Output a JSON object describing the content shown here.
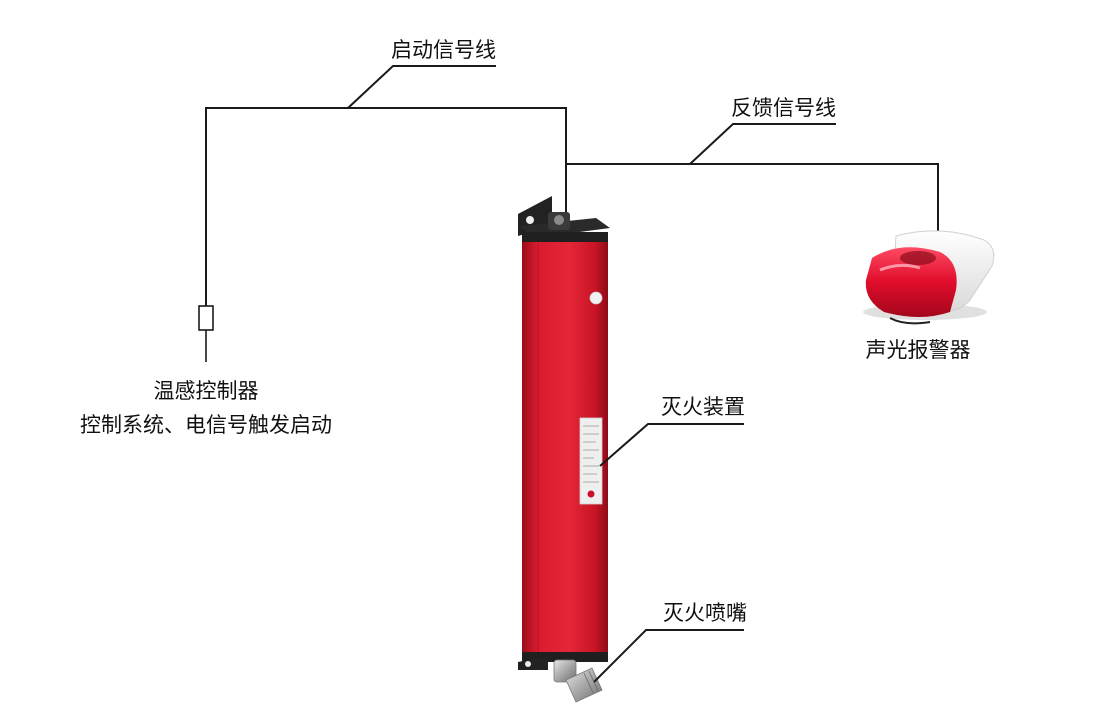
{
  "labels": {
    "start_signal_line": "启动信号线",
    "feedback_signal_line": "反馈信号线",
    "temperature_controller": "温感控制器",
    "trigger_methods": "控制系统、电信号触发启动",
    "sound_light_alarm": "声光报警器",
    "extinguishing_device": "灭火装置",
    "extinguishing_nozzle": "灭火喷嘴"
  },
  "colors": {
    "wire": "#1a1a1a",
    "cylinder_red": "#d3172a",
    "cylinder_dark": "#a30f1e",
    "alarm_red": "#e8102c",
    "alarm_cap": "#f4f4f4",
    "metal": "#b9b9b9"
  }
}
